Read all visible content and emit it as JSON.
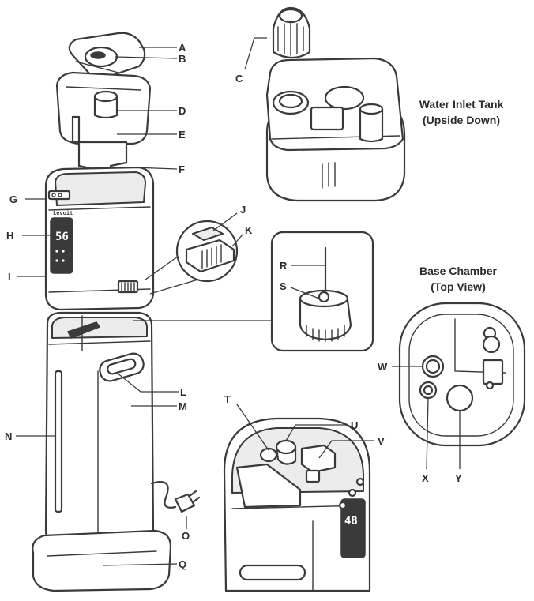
{
  "titles": {
    "tank_line1": "Water Inlet Tank",
    "tank_line2": "(Upside Down)",
    "base_line1": "Base Chamber",
    "base_line2": "(Top View)"
  },
  "labels": {
    "A": "A",
    "B": "B",
    "C": "C",
    "D": "D",
    "E": "E",
    "F": "F",
    "G": "G",
    "H": "H",
    "I": "I",
    "J": "J",
    "K": "K",
    "L": "L",
    "M": "M",
    "N": "N",
    "O": "O",
    "P": "Q",
    "R": "R",
    "S": "S",
    "T": "T",
    "U": "U",
    "V": "V",
    "W": "W",
    "X": "X",
    "Y": "Y"
  },
  "display": {
    "humidity_main": "56",
    "humidity_top": "48",
    "brand": "Levoit"
  }
}
